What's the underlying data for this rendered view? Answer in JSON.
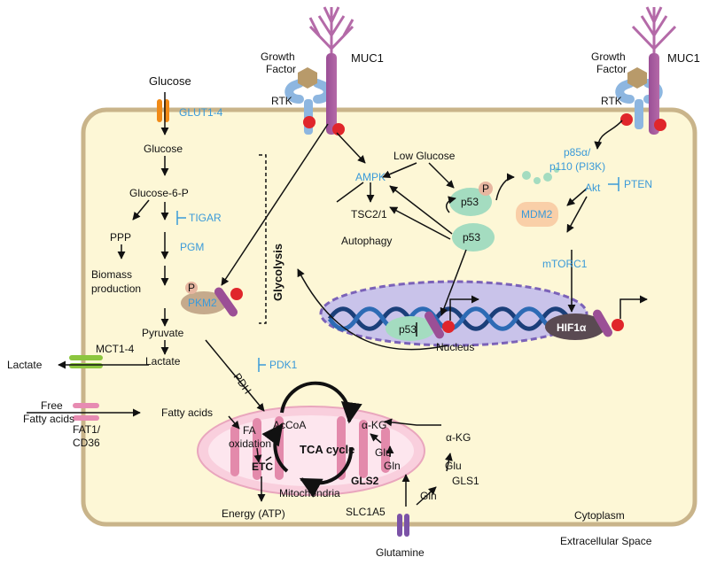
{
  "labels": {
    "glucose_out": "Glucose",
    "glut": "GLUT1-4",
    "glucose_in": "Glucose",
    "glucose6p": "Glucose-6-P",
    "ppp": "PPP",
    "tigar": "TIGAR",
    "pgm": "PGM",
    "biomass_1": "Biomass",
    "biomass_2": "production",
    "pkm2": "PKM2",
    "pyruvate": "Pyruvate",
    "mct": "MCT1-4",
    "lactate_in": "Lactate",
    "lactate_out": "Lactate",
    "pdh": "PDH",
    "pdk1": "PDK1",
    "free_fa_1": "Free",
    "free_fa_2": "Fatty acids",
    "fat1_1": "FAT1/",
    "fat1_2": "CD36",
    "fatty_acids": "Fatty acids",
    "fa_ox_1": "FA",
    "fa_ox_2": "oxidation",
    "acoa": "AcCoA",
    "akg_mito": "α-KG",
    "tca": "TCA cycle",
    "etc": "ETC",
    "glu_mito": "Glu",
    "gln_mito": "Gln",
    "gls2": "GLS2",
    "mitochondria": "Mitochondria",
    "energy": "Energy (ATP)",
    "akg_cyto": "α-KG",
    "glu_cyto": "Glu",
    "gls1": "GLS1",
    "gln_cyto": "Gln",
    "slc1a5": "SLC1A5",
    "glutamine": "Glutamine",
    "glycolysis": "Glycolysis",
    "gf_left_1": "Growth",
    "gf_left_2": "Factor",
    "muc1_left": "MUC1",
    "rtk_left": "RTK",
    "gf_right_1": "Growth",
    "gf_right_2": "Factor",
    "muc1_right": "MUC1",
    "rtk_right": "RTK",
    "low_glucose": "Low Glucose",
    "ampk": "AMPK",
    "tsc": "TSC2/1",
    "autophagy": "Autophagy",
    "p53_a": "p53",
    "p53_b": "p53",
    "p53_nuc": "p53",
    "p_badge": "P",
    "p85_1": "p85α/",
    "p85_2": "p110 (PI3K)",
    "akt": "Akt",
    "pten": "PTEN",
    "mdm2": "MDM2",
    "mtorc1": "mTORC1",
    "hif1a": "HIF1α",
    "nucleus": "Nucleus",
    "cytoplasm": "Cytoplasm",
    "extracellular": "Extracellular Space"
  },
  "colors": {
    "cytoplasm_fill": "#fdf7d6",
    "membrane": "#c9b48a",
    "protein_blue": "#3a9ad9",
    "muc1": "#9b4f96",
    "nucleus_fill": "#c9c3ea",
    "mito_fill": "#f9cfdd",
    "dna": "#1b3f7a",
    "p_badge": "#e0262b"
  }
}
